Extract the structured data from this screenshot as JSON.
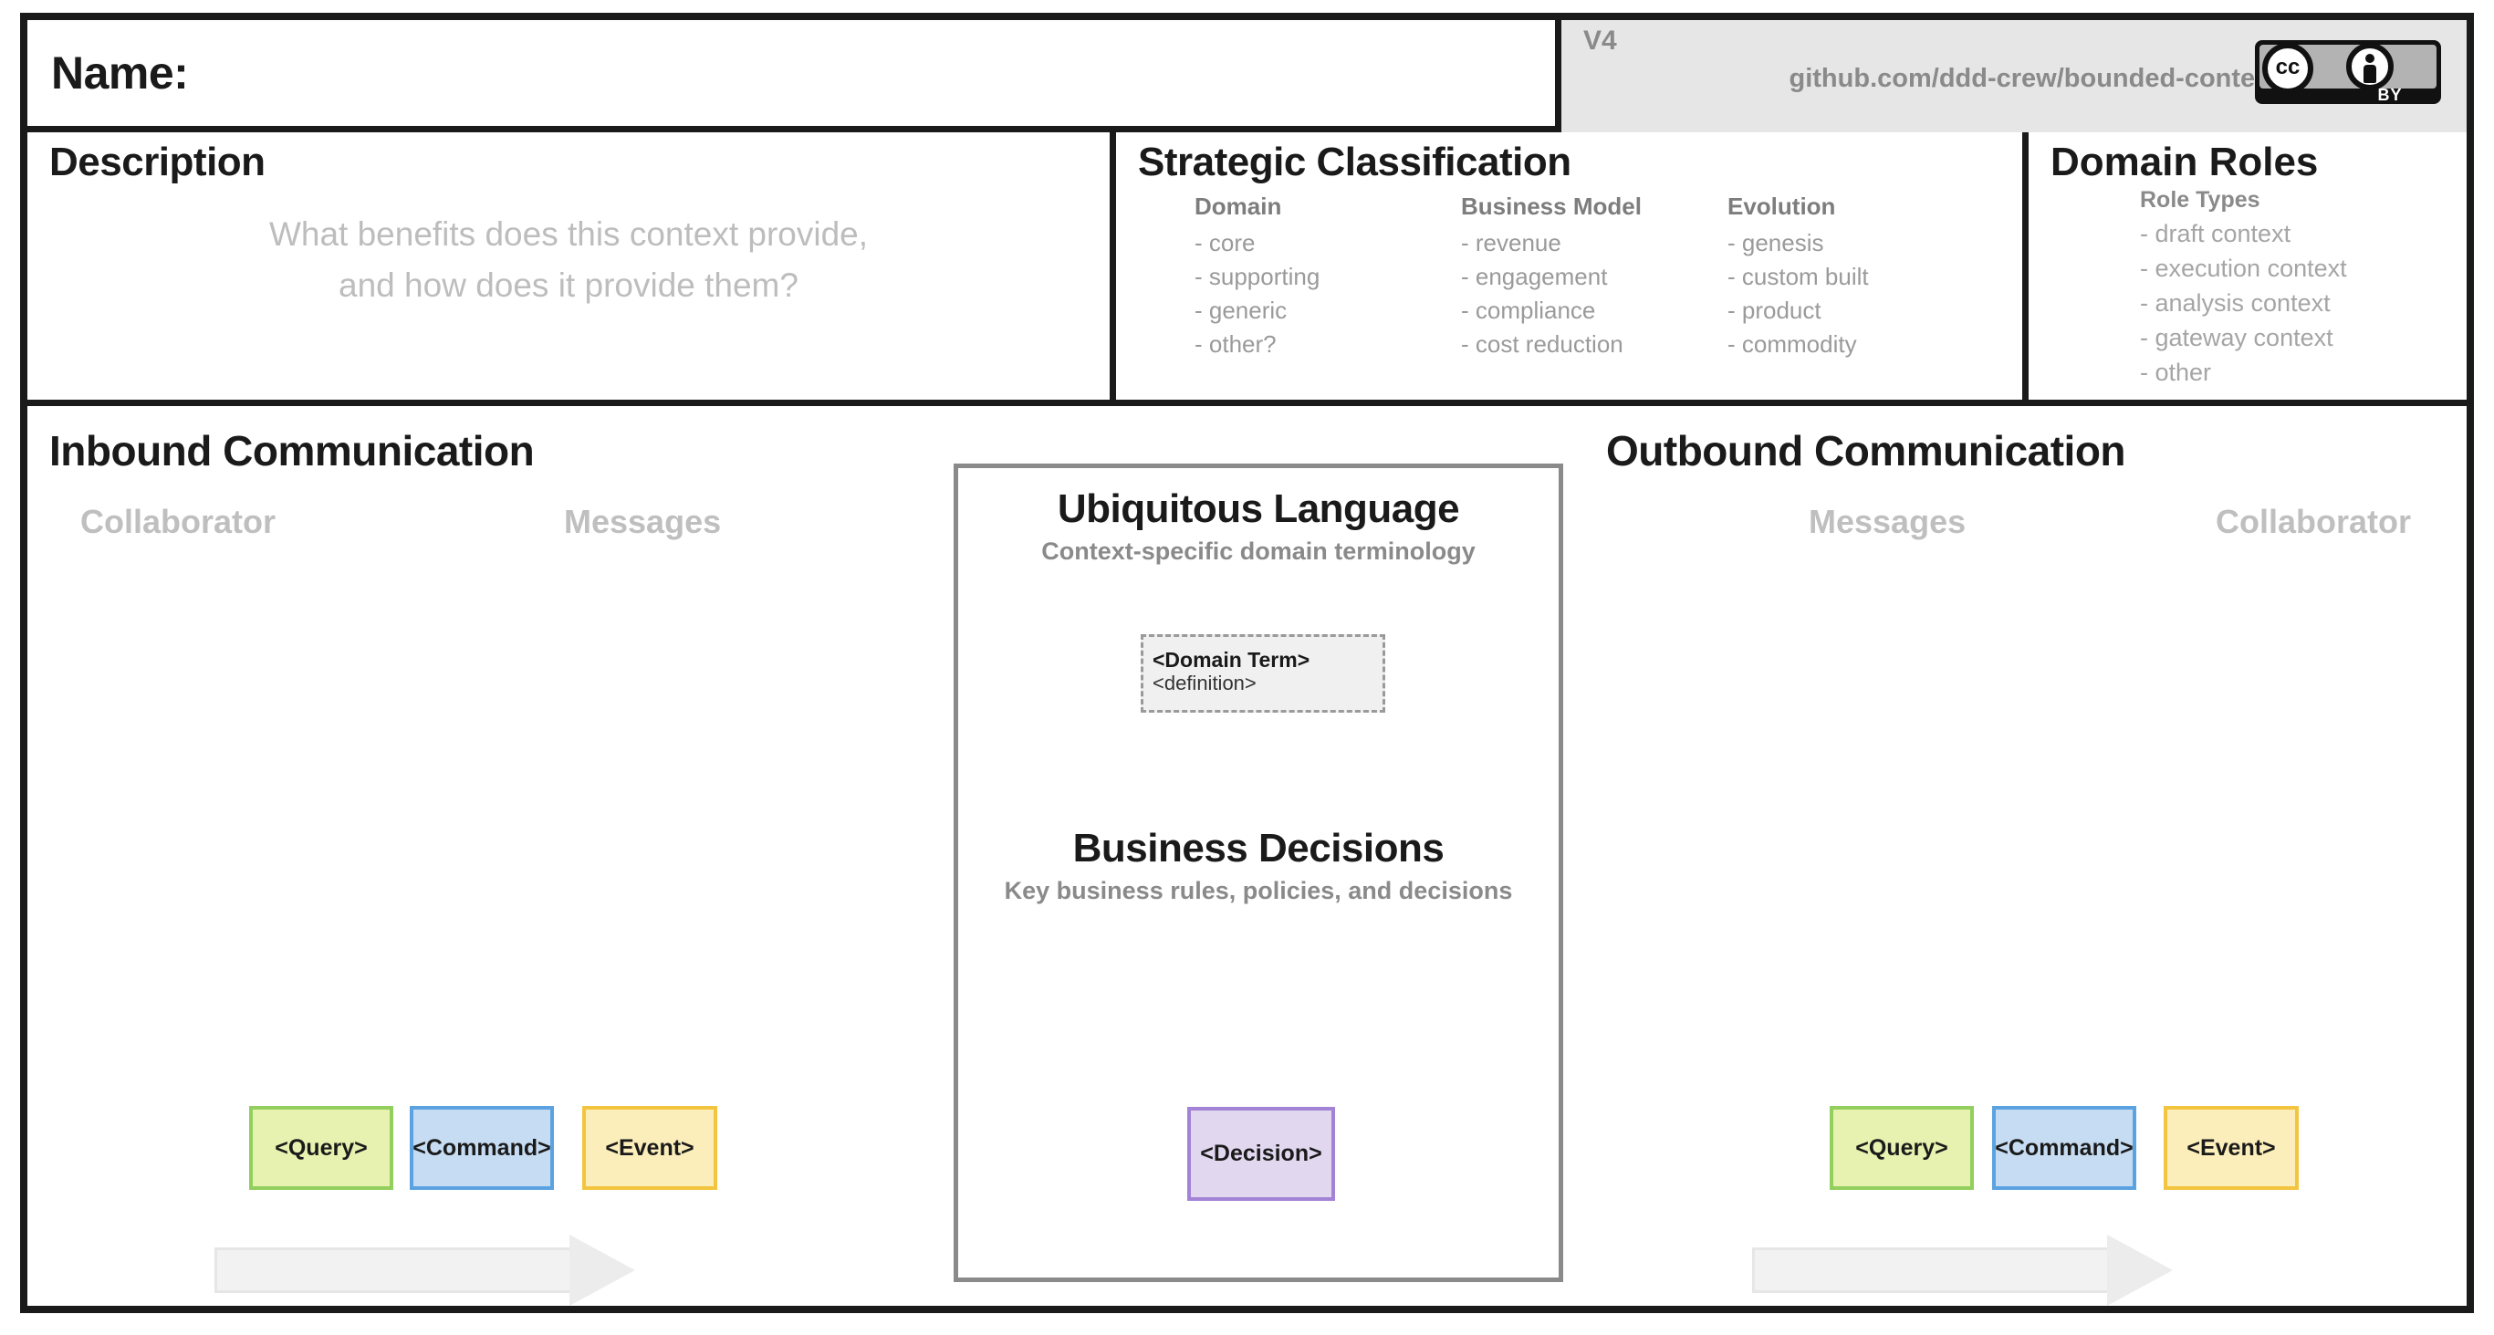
{
  "header": {
    "name_label": "Name:",
    "version": "V4",
    "url": "github.com/ddd-crew/bounded-context-canvas",
    "license": {
      "cc_text": "cc",
      "by_text": "BY"
    }
  },
  "description": {
    "title": "Description",
    "placeholder_line1": "What benefits does this context provide,",
    "placeholder_line2": "and how does it provide them?"
  },
  "strategic_classification": {
    "title": "Strategic Classification",
    "columns": [
      {
        "head": "Domain",
        "items": [
          "- core",
          "- supporting",
          "- generic",
          "- other?"
        ]
      },
      {
        "head": "Business Model",
        "items": [
          "- revenue",
          "- engagement",
          "- compliance",
          "- cost reduction"
        ]
      },
      {
        "head": "Evolution",
        "items": [
          "- genesis",
          "- custom built",
          "- product",
          "- commodity"
        ]
      }
    ]
  },
  "domain_roles": {
    "title": "Domain Roles",
    "head": "Role Types",
    "items": [
      "- draft context",
      "- execution context",
      "- analysis context",
      "- gateway context",
      "- other"
    ]
  },
  "inbound": {
    "title": "Inbound Communication",
    "sub_left": "Collaborator",
    "sub_right": "Messages",
    "cards": [
      {
        "label": "<Query>",
        "color": "#e8f2b0",
        "border": "#93cf5e"
      },
      {
        "label": "<Command>",
        "color": "#c6dcf2",
        "border": "#5ba3e0"
      },
      {
        "label": "<Event>",
        "color": "#fbeebb",
        "border": "#f3c53f"
      }
    ]
  },
  "outbound": {
    "title": "Outbound Communication",
    "sub_left": "Messages",
    "sub_right": "Collaborator",
    "cards": [
      {
        "label": "<Query>",
        "color": "#e8f2b0",
        "border": "#93cf5e"
      },
      {
        "label": "<Command>",
        "color": "#c6dcf2",
        "border": "#5ba3e0"
      },
      {
        "label": "<Event>",
        "color": "#fbeebb",
        "border": "#f3c53f"
      }
    ]
  },
  "ubiquitous_language": {
    "title": "Ubiquitous Language",
    "subtitle": "Context-specific domain terminology",
    "term": {
      "name": "<Domain Term>",
      "definition": "<definition>"
    }
  },
  "business_decisions": {
    "title": "Business Decisions",
    "subtitle": "Key business rules, policies, and decisions",
    "card": {
      "label": "<Decision>",
      "color": "#e1d7ef",
      "border": "#a283d6"
    }
  }
}
